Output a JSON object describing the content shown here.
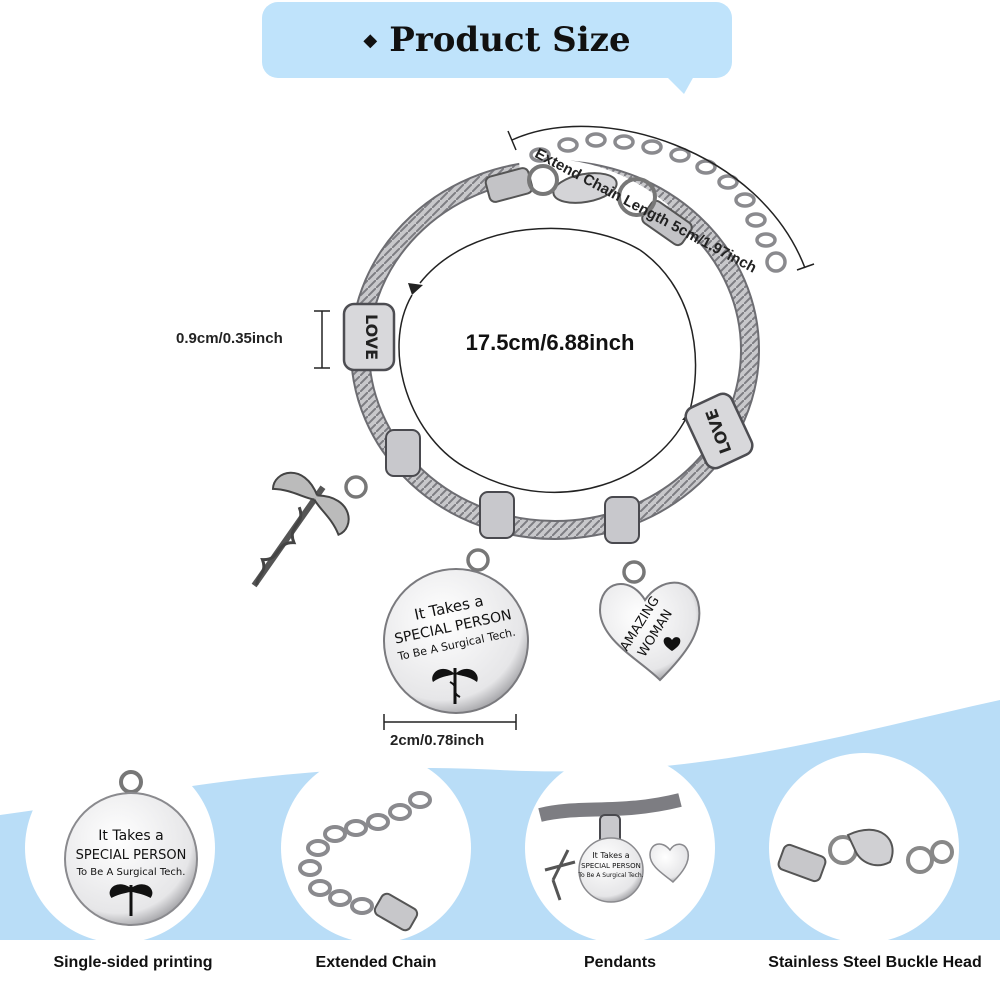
{
  "header": {
    "title": "Product Size",
    "bullet": "◆"
  },
  "dimensions": {
    "extend_chain": "Extend Chain Length 5cm/1.97inch",
    "bead_height": "0.9cm/0.35inch",
    "bracelet_length": "17.5cm/6.88inch",
    "pendant_diameter": "2cm/0.78inch"
  },
  "pendants": {
    "round_tag": {
      "line1": "It Takes a",
      "line2": "SPECIAL PERSON",
      "line3": "To Be A Surgical Tech."
    },
    "heart_tag": {
      "line1": "AMAZING",
      "line2": "WOMAN"
    },
    "bead_text": "LOVE"
  },
  "features": [
    {
      "caption": "Single-sided printing"
    },
    {
      "caption": "Extended Chain"
    },
    {
      "caption": "Pendants"
    },
    {
      "caption": "Stainless Steel Buckle Head"
    }
  ],
  "colors": {
    "accent_blue": "#bfe3fb",
    "band_blue": "#b5dcf7",
    "metal": "#b9b9bc",
    "metal_dark": "#5a5a5e"
  }
}
